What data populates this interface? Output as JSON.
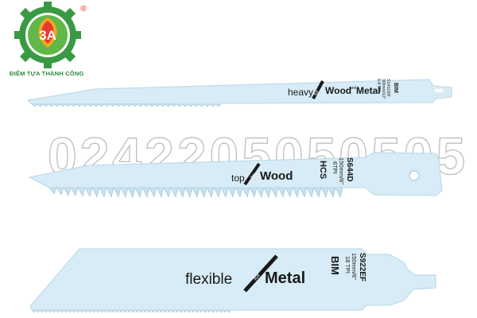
{
  "logo": {
    "mark": "3A",
    "registered": "®",
    "tagline": "ĐIỂM TỰA THÀNH CÔNG"
  },
  "watermark": "0242205050505",
  "colors": {
    "blade": "#d7ecf6",
    "blade_edge": "#b9d6e6",
    "text": "#1a1a1a",
    "logo_green": "#2e8b3c",
    "logo_red": "#e53b2c",
    "logo_orange": "#f5a623"
  },
  "blades": [
    {
      "word1": "heavy",
      "for": "for",
      "word2": "Wood",
      "and": "and",
      "word3": "Metal",
      "code": "S1411DF",
      "size": "300mm/12\"",
      "tpi": "6-8 TPI",
      "material": "BIM"
    },
    {
      "word1": "top",
      "for": "for",
      "word2": "Wood",
      "code": "S644D",
      "size": "150mm/6\"",
      "tpi": "6TPI",
      "material": "HCS"
    },
    {
      "word1": "flexible",
      "for": "for",
      "word2": "Metal",
      "code": "S922EF",
      "size": "150mm/6\"",
      "tpi": "18 TPI",
      "material": "BIM"
    }
  ]
}
